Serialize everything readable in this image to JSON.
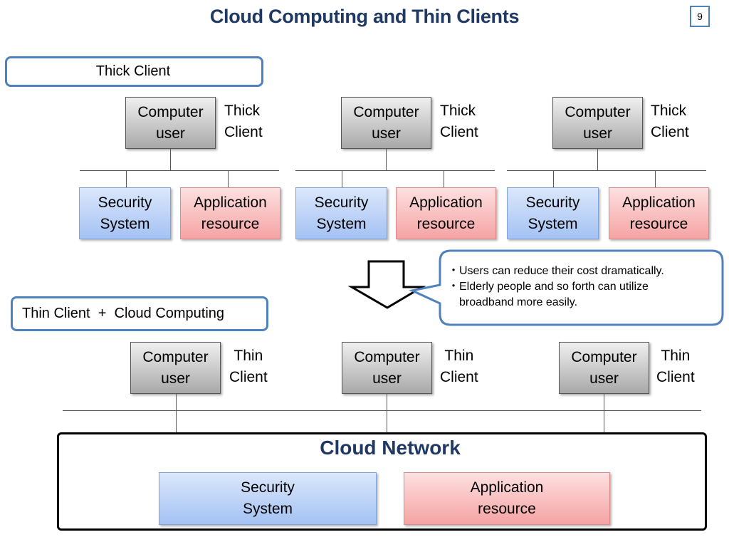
{
  "title": "Cloud Computing and Thin Clients",
  "page_number": "9",
  "thick_section": {
    "label": "Thick Client",
    "groups": [
      {
        "user": [
          "Computer",
          "user"
        ],
        "side": [
          "Thick",
          "Client"
        ],
        "security": [
          "Security",
          "System"
        ],
        "application": [
          "Application",
          "resource"
        ]
      },
      {
        "user": [
          "Computer",
          "user"
        ],
        "side": [
          "Thick",
          "Client"
        ],
        "security": [
          "Security",
          "System"
        ],
        "application": [
          "Application",
          "resource"
        ]
      },
      {
        "user": [
          "Computer",
          "user"
        ],
        "side": [
          "Thick",
          "Client"
        ],
        "security": [
          "Security",
          "System"
        ],
        "application": [
          "Application",
          "resource"
        ]
      }
    ]
  },
  "transition": {
    "arrow_icon": "down-arrow-icon",
    "callout_lines": [
      "・Users can reduce their cost dramatically.",
      "・Elderly people and so forth can utilize",
      "broadband  more easily."
    ]
  },
  "thin_section": {
    "label": "Thin Client  +  Cloud Computing",
    "users": [
      {
        "user": [
          "Computer",
          "user"
        ],
        "side": [
          "Thin",
          "Client"
        ]
      },
      {
        "user": [
          "Computer",
          "user"
        ],
        "side": [
          "Thin",
          "Client"
        ]
      },
      {
        "user": [
          "Computer",
          "user"
        ],
        "side": [
          "Thin",
          "Client"
        ]
      }
    ],
    "cloud": {
      "title": "Cloud Network",
      "security": [
        "Security",
        "System"
      ],
      "application": [
        "Application",
        "resource"
      ]
    }
  },
  "colors": {
    "title": "#1f3864",
    "border_accent": "#4f81bd",
    "security_fill": "#a4c2f4",
    "application_fill": "#f5a3a3",
    "user_fill": "#a8a8a8"
  }
}
